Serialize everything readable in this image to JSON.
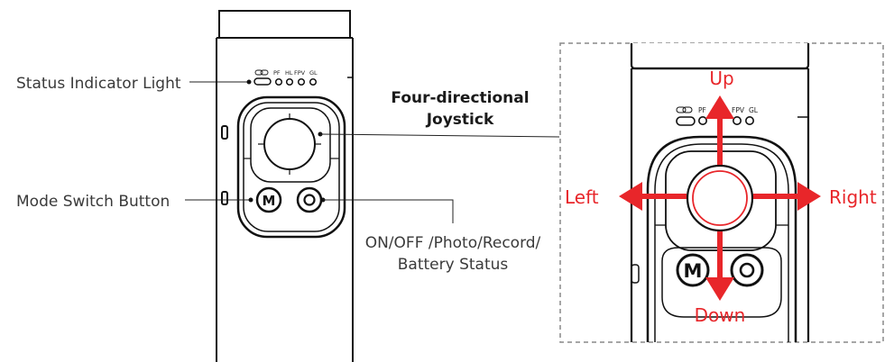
{
  "labels": {
    "status_indicator": "Status Indicator Light",
    "joystick_line1": "Four-directional",
    "joystick_line2": "Joystick",
    "mode_switch": "Mode Switch Button",
    "onoff_line1": "ON/OFF /Photo/Record/",
    "onoff_line2": "Battery Status"
  },
  "indicators": [
    "PF",
    "HL",
    "FPV",
    "GL"
  ],
  "indicators_zoom": [
    "PF",
    "FPV",
    "GL"
  ],
  "buttons": {
    "mode": "M"
  },
  "directions": {
    "up": "Up",
    "down": "Down",
    "left": "Left",
    "right": "Right"
  },
  "colors": {
    "arrow": "#e8262a",
    "outline": "#111111",
    "label": "#3a3a3a"
  }
}
